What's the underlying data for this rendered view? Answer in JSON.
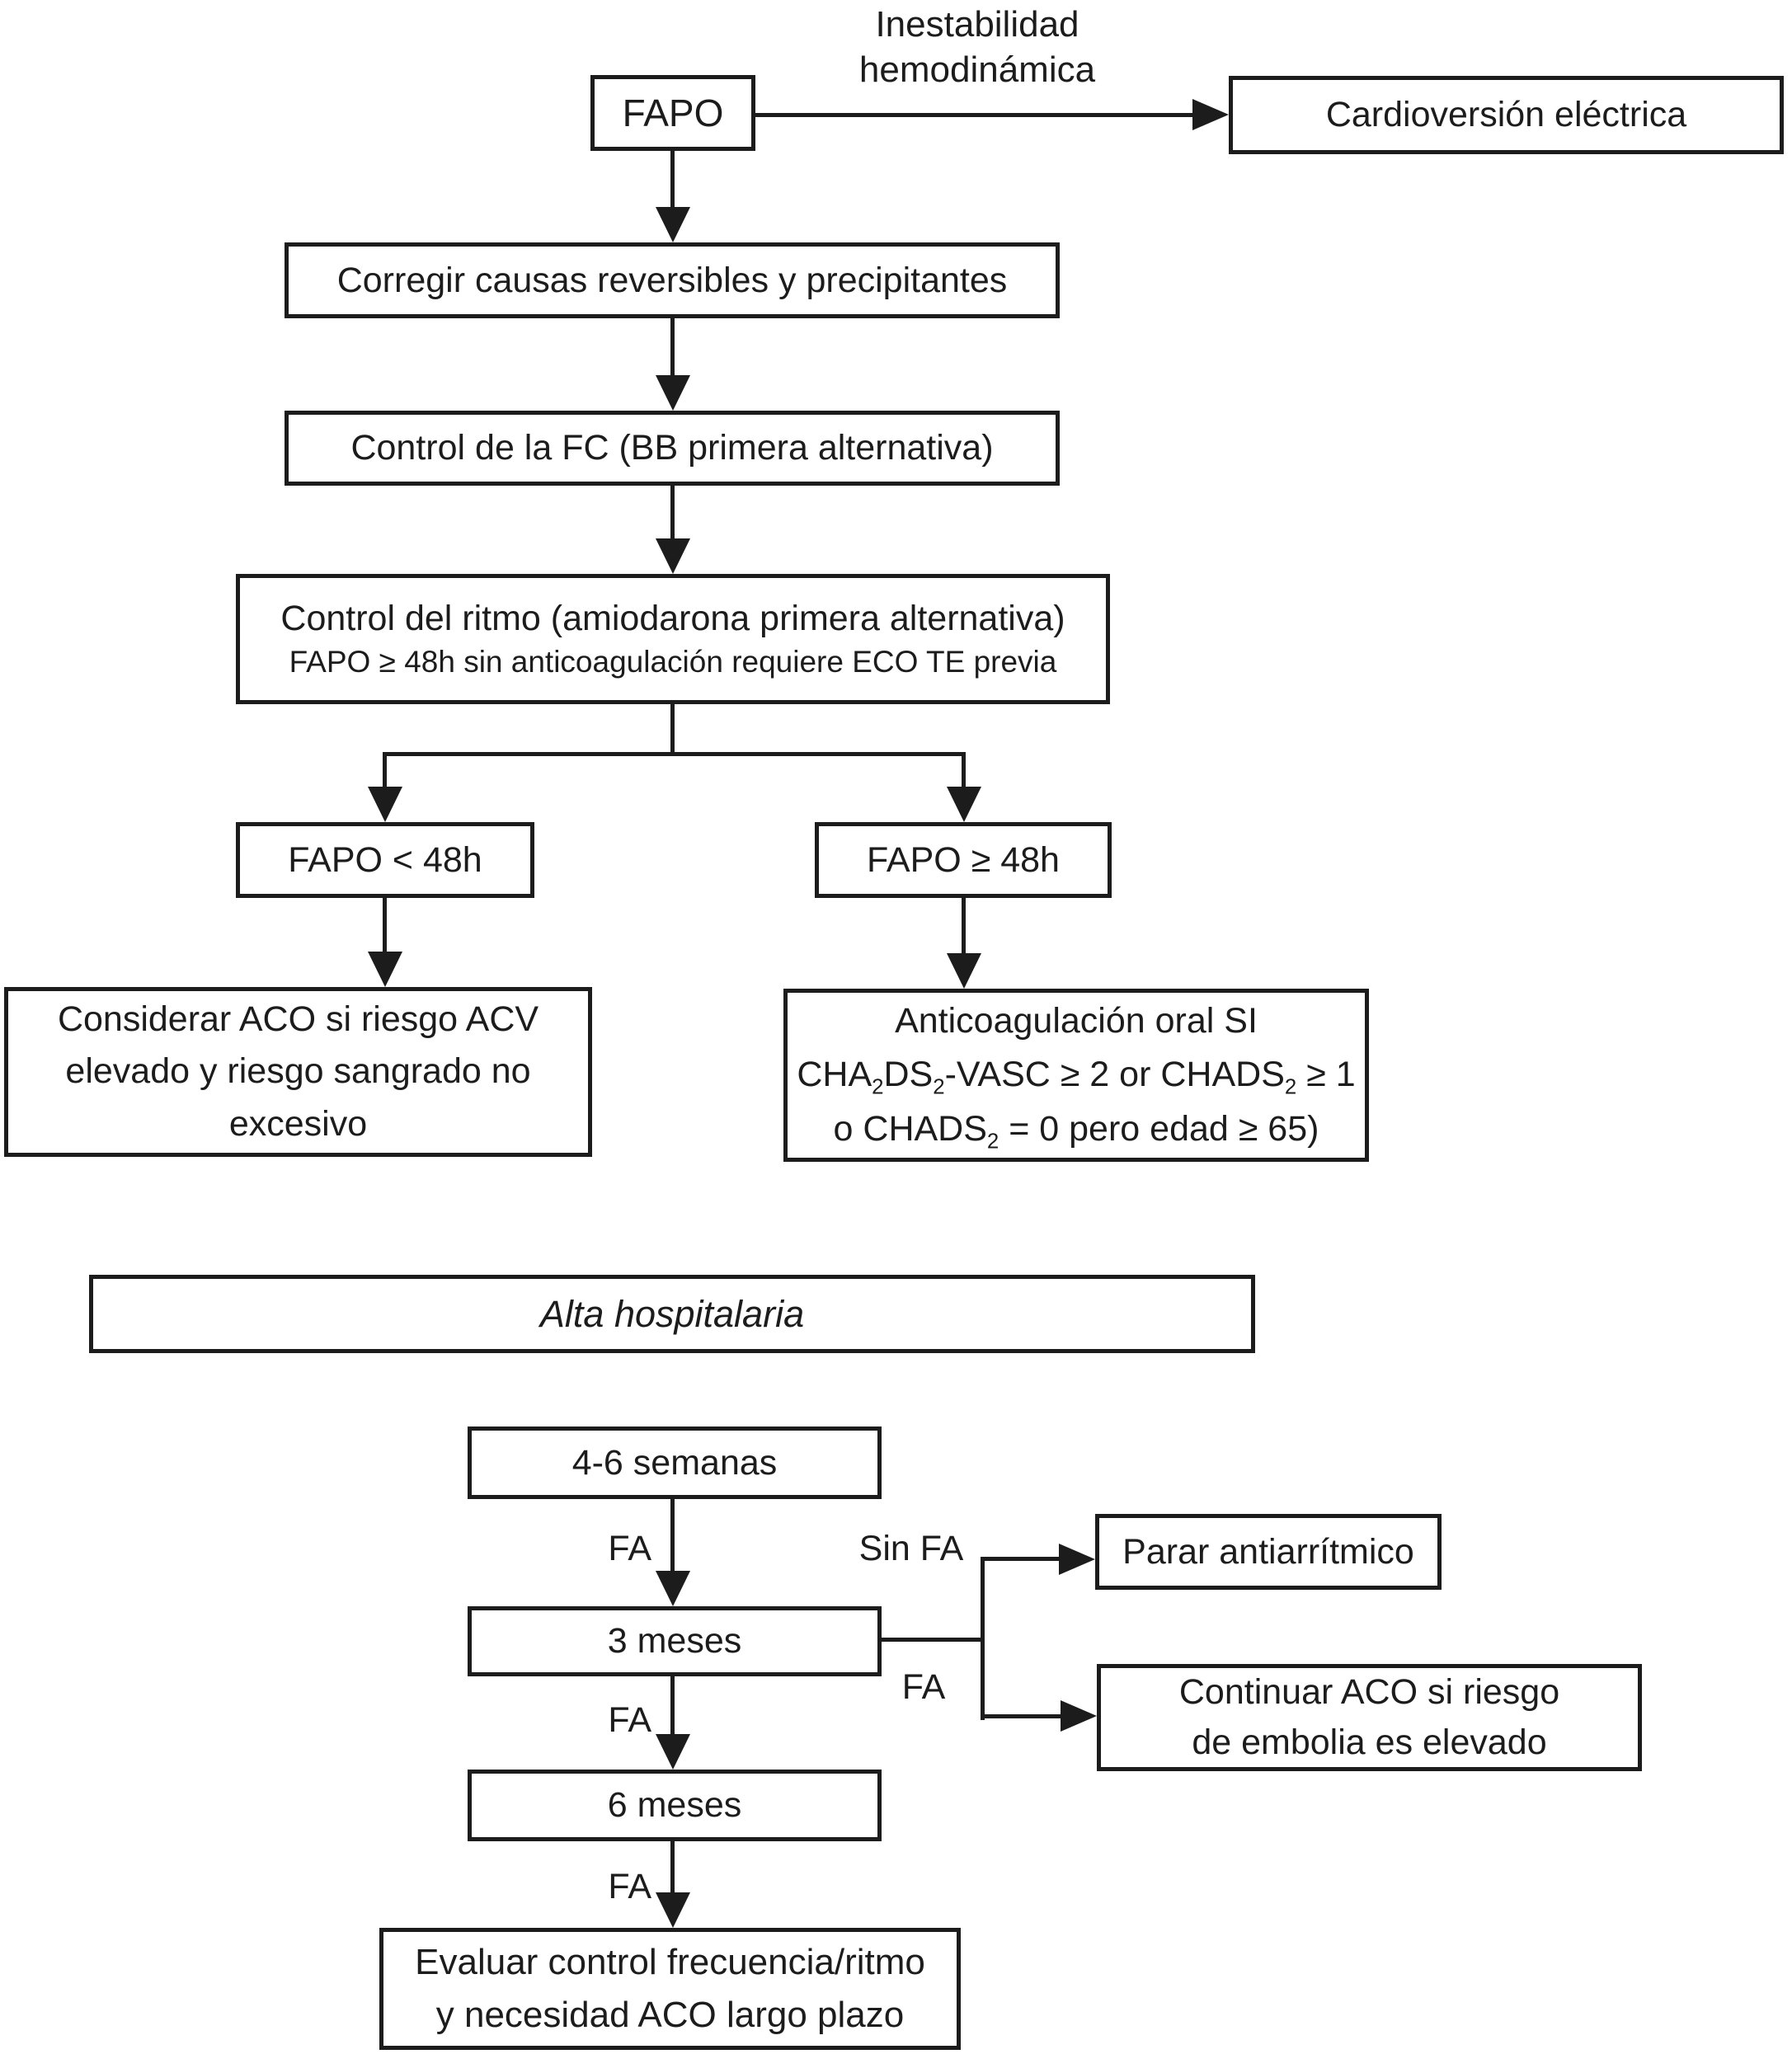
{
  "colors": {
    "ink": "#1c1c1c",
    "background": "#ffffff"
  },
  "top": {
    "instability_line1": "Inestabilidad",
    "instability_line2": "hemodinámica",
    "fapo": "FAPO",
    "cardioversion": "Cardioversión eléctrica"
  },
  "flow": {
    "corregir": "Corregir causas reversibles y precipitantes",
    "control_fc": "Control de la FC (BB primera alternativa)",
    "control_ritmo_line1": "Control del ritmo (amiodarona primera alternativa)",
    "control_ritmo_line2": "FAPO ≥ 48h sin anticoagulación requiere ECO TE previa",
    "fapo_lt48": "FAPO < 48h",
    "fapo_ge48": "FAPO ≥ 48h",
    "considerar_line1": "Considerar ACO si riesgo ACV",
    "considerar_line2": "elevado y riesgo sangrado no",
    "considerar_line3": "excesivo",
    "anticoag": {
      "l1": "Anticoagulación oral SI",
      "l2p1": "CHA",
      "l2s1": "2",
      "l2p2": "DS",
      "l2s2": "2",
      "l2p3": "-VASC ≥ 2 or CHADS",
      "l2s3": "2",
      "l2p4": " ≥ 1",
      "l3p1": "o CHADS",
      "l3s1": "2",
      "l3p2": " = 0 pero edad ≥ 65)"
    }
  },
  "discharge": {
    "alta": "Alta hospitalaria"
  },
  "followup": {
    "semanas46": "4-6 semanas",
    "meses3": "3 meses",
    "meses6": "6 meses",
    "fa_above_3meses": "FA",
    "sin_fa": "Sin FA",
    "fa_branch": "FA",
    "fa_above_6meses": "FA",
    "fa_above_evaluar": "FA",
    "parar": "Parar antiarrítmico",
    "continuar_line1": "Continuar ACO si riesgo",
    "continuar_line2": "de embolia es elevado",
    "evaluar_line1": "Evaluar control frecuencia/ritmo",
    "evaluar_line2": "y necesidad ACO largo plazo"
  }
}
